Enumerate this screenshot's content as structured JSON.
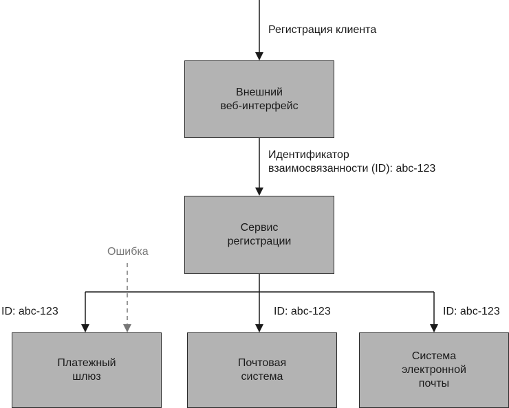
{
  "nodes": {
    "frontend": "Внешний\nвеб-интерфейс",
    "registration": "Сервис\nрегистрации",
    "payment": "Платежный\nшлюз",
    "mail": "Почтовая\nсистема",
    "email": "Система\nэлектронной\nпочты"
  },
  "edges": {
    "client_registration": "Регистрация клиента",
    "correlation_id": "Идентификатор\nвзаимосвязанности (ID): abc-123",
    "error": "Ошибка",
    "payment_id": "ID: abc-123",
    "mail_id": "ID: abc-123",
    "email_id": "ID: abc-123"
  },
  "colors": {
    "box_fill": "#b3b3b3",
    "line": "#1a1a1a",
    "error_line": "#777777"
  }
}
